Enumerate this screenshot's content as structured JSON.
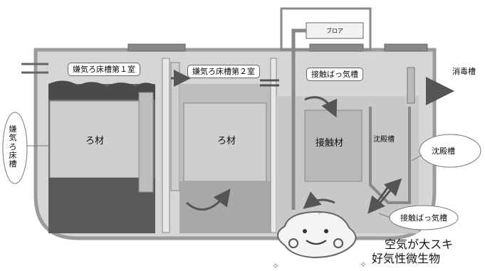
{
  "labels": {
    "filter_chamber_1": "嫌気ろ床槽第１室",
    "filter_chamber_2": "嫌気ろ床槽第２室",
    "contact_aeration_top": "接触ばっ気槽",
    "disinfection_tank": "消毒槽",
    "media_1": "ろ材",
    "media_2": "ろ材",
    "contact_media": "接触材",
    "sedimentation_inner": "沈殿槽",
    "sedimentation_callout": "沈殿槽",
    "contact_aeration_callout": "接触ばっ気槽",
    "blower": "ブロア",
    "side_label": "嫌気ろ床槽",
    "caption_line1": "空気が大スキ",
    "caption_line2": "好気性微生物"
  },
  "colors": {
    "tank_outline": "#9a9a9a",
    "tank_fill": "#d6d6d6",
    "water": "#bdbdbd",
    "sludge": "#5a5a5a",
    "media_block": "#cfcfcf",
    "arrow": "#555555"
  },
  "icons": [
    "flow-arrow-icon",
    "microbe-mascot-icon",
    "sparkle-icon"
  ]
}
